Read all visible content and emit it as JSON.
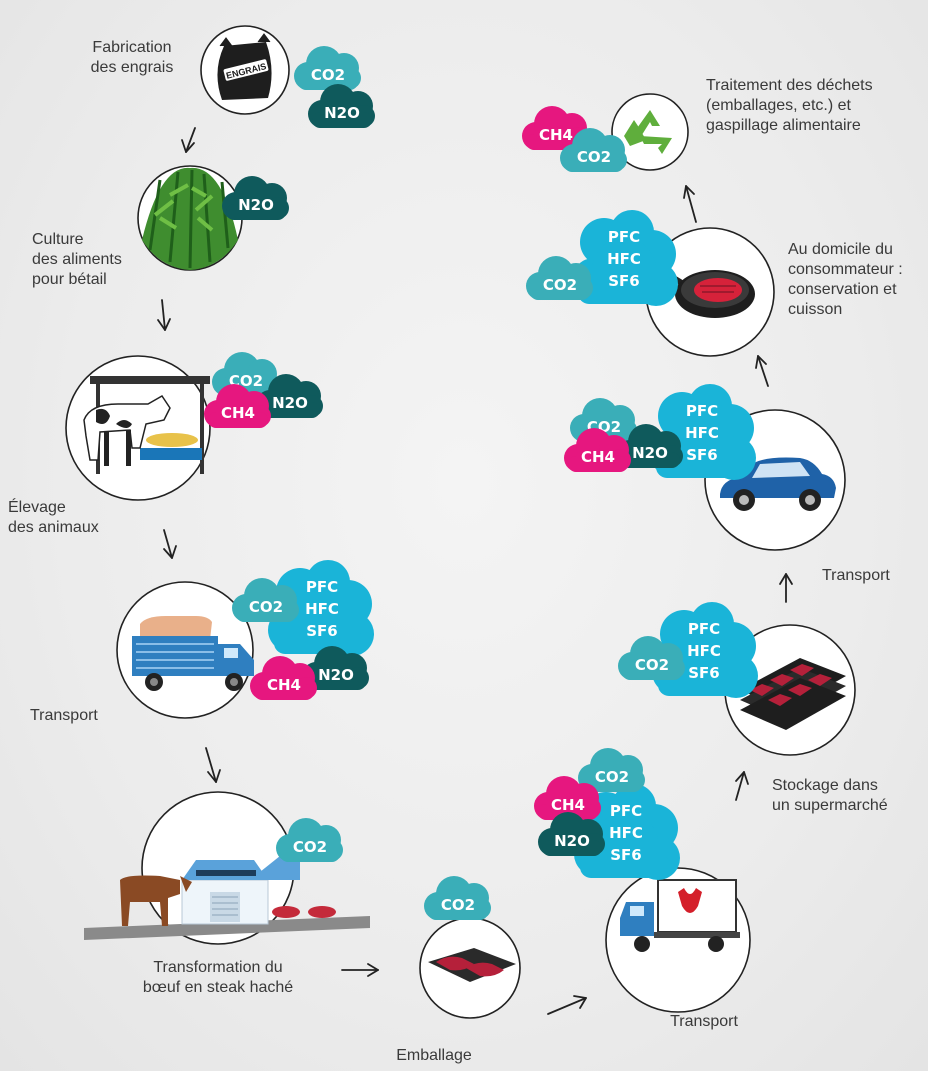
{
  "palette": {
    "co2": "#3aaeb8",
    "n2o": "#0f5a5c",
    "ch4": "#e6177f",
    "fluor": "#1ab4d8",
    "cloud_text": "#ffffff",
    "circle_stroke": "#222222",
    "arrow": "#222222",
    "label_text": "#3a3a3a"
  },
  "icons": [
    "fertilizer-bag-icon",
    "corn-field-icon",
    "cow-barn-icon",
    "cattle-truck-icon",
    "factory-icon",
    "meat-tray-icon",
    "refrigerated-truck-icon",
    "supermarket-stock-icon",
    "car-icon",
    "frying-pan-icon",
    "recycle-icon"
  ],
  "gases": {
    "co2": "CO2",
    "n2o": "N2O",
    "ch4": "CH4",
    "pfc": "PFC",
    "hfc": "HFC",
    "sf6": "SF6"
  },
  "icon_texts": {
    "engrais": "ENGRAIS"
  },
  "steps": {
    "fabrication": "Fabrication\ndes engrais",
    "culture": "Culture\ndes aliments\npour bétail",
    "elevage": "Élevage\ndes animaux",
    "transport1": "Transport",
    "transformation": "Transformation du\nbœuf en steak haché",
    "emballage": "Emballage",
    "transport2": "Transport",
    "stockage": "Stockage dans\nun supermarché",
    "transport3": "Transport",
    "domicile": "Au domicile du\nconsommateur :\nconservation et\ncuisson",
    "dechets": "Traitement des déchets\n(emballages, etc.) et\ngaspillage alimentaire"
  }
}
